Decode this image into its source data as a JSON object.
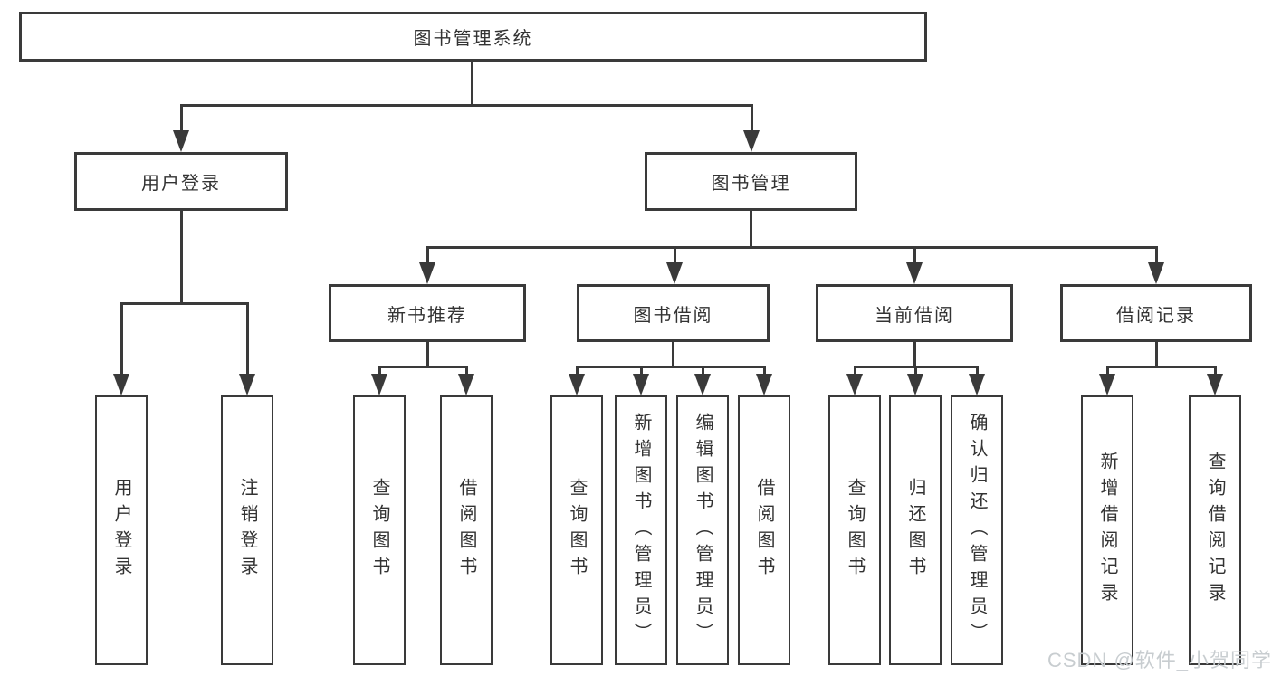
{
  "diagram": {
    "root": {
      "label": "图书管理系统"
    },
    "branches": [
      {
        "label": "用户登录",
        "children": [
          {
            "label": "用户登录"
          },
          {
            "label": "注销登录"
          }
        ]
      },
      {
        "label": "图书管理",
        "children": [
          {
            "label": "新书推荐",
            "children": [
              {
                "label": "查询图书"
              },
              {
                "label": "借阅图书"
              }
            ]
          },
          {
            "label": "图书借阅",
            "children": [
              {
                "label": "查询图书"
              },
              {
                "label": "新增图书（管理员）"
              },
              {
                "label": "编辑图书（管理员）"
              },
              {
                "label": "借阅图书"
              }
            ]
          },
          {
            "label": "当前借阅",
            "children": [
              {
                "label": "查询图书"
              },
              {
                "label": "归还图书"
              },
              {
                "label": "确认归还（管理员）"
              }
            ]
          },
          {
            "label": "借阅记录",
            "children": [
              {
                "label": "新增借阅记录"
              },
              {
                "label": "查询借阅记录"
              }
            ]
          }
        ]
      }
    ]
  },
  "watermark": {
    "text": "CSDN @软件_小贺同学"
  },
  "colors": {
    "line": "#3a3a3a",
    "text": "#333333",
    "background": "#ffffff",
    "watermark": "#c8cdd0"
  }
}
